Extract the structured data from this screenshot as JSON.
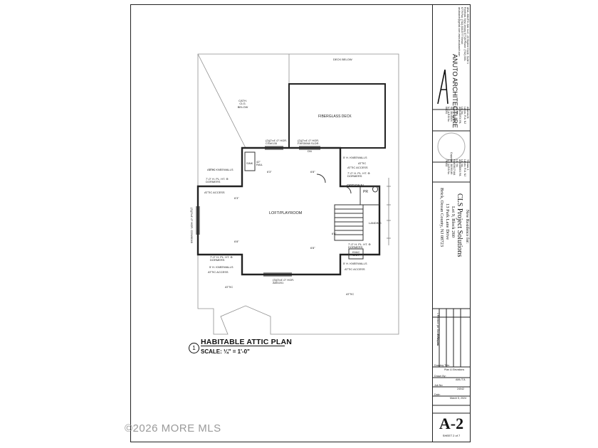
{
  "plan": {
    "title": "HABITABLE ATTIC PLAN",
    "detail_number": "1",
    "scale": "SCALE: ¼\" = 1'-0\"",
    "labels": {
      "deck_below": "DECK BELOW",
      "fiberglass_deck": "FIBERGLASS DECK",
      "cathedral_below": "CATH. CLG. BELOW",
      "loft": "LOFT/PLAYROOM",
      "landing": "LANDING",
      "optional": "OPTIONAL",
      "optional_code": "PR",
      "hvac": "HVAC UNIT",
      "attic_left": "ATTIC",
      "attic_bottom": "ATTIC",
      "attic_bottom_right": "ATTIC",
      "attic_top_right": "ATTIC",
      "attic_access_1": "ATTIC ACCESS",
      "attic_access_2": "ATTIC ACCESS",
      "attic_access_3": "ATTIC ACCESS",
      "attic_access_4": "ATTIC ACCESS",
      "kneewalls_1": "5' H. KNEEWALLS",
      "kneewalls_2": "5' H. KNEEWALLS",
      "kneewalls_3": "5' H. KNEEWALLS",
      "kneewalls_4": "5' H. KNEEWALLS",
      "dormers_1": "7'-0\" H. PL. HT. ⊕ DORMERS",
      "dormers_2": "7'-0\" H. PL. HT. ⊕ DORMERS",
      "dormers_3": "7'-0\" H. PL. HT. ⊕ DORMERS",
      "dormers_4": "7'-0\" H. PL. HT. ⊕ DORMERS",
      "window_top_left": "(2)(2'x4'-0\" HGR. CSW135",
      "window_top_right": "(2)(2'x4'-0\" HGR. FWS5068 SLDR.",
      "window_left": "(3)(3'x4'-0\" HGR. CDW6046",
      "window_bottom": "(3)(3'x4'-0\" HGR. AW0201",
      "dn": "DN",
      "sink": "SINK",
      "loft_rail": "42\" RAIL",
      "ceiling_1": "6'3\"",
      "ceiling_2": "6'3\"",
      "dim_1": "6'8\"",
      "dim_2": "6'8\"",
      "dim_3": "6'8\"",
      "dim_4": "6'8\""
    }
  },
  "title_block": {
    "firm_name": "ANUTO ARCHITECTURE",
    "firm_address": "ANA. ANUTO, AIA, LLC. 23 Skyline Circle, Suite 1 Freehold, New Jersey 07728 Phone: (732) 333-6779 Fax: (732) 333-6777 Email: anutoarch@gmail.com www.anutoarch.com",
    "architect_1": "Amanda M. Lanuto, R.A. NJ Lic. No. AI08166700 PA Lic. No. RA405026 AIA No. 38143300 N.C.A.R.B No. 84,261",
    "copyright": "Copyright",
    "architect_2": "Thomas J. Lanuto, R.A. NJ Lic. No. AI06386900 PA Lic. No. RA403617 AIA No. 38090149 N.C.A.R.B No. 79,432",
    "project_heading": "New Residence for:",
    "client": "CLS Project Solutions",
    "lot_block": "Lot 9, Block 260",
    "address": "13 Park Lane Drive",
    "municipality": "Brick, Ocean County, NJ 08723",
    "revisions_heading": "Revisions:",
    "revision_1": "1  Revision per Owner Request",
    "drawing_title_label": "Drawing Title:",
    "drawing_title": "Plan & Elevations",
    "drawn_by_label": "Drawn By:",
    "drawn_by": "AML/TJL",
    "job_no_label": "Job No:",
    "job_no": "24042",
    "date_label": "Date:",
    "date": "March 5, 2024",
    "sheet_number": "A-2",
    "sheet_of": "SHEET 2 of 7"
  },
  "watermark": "©2026 MORE MLS"
}
